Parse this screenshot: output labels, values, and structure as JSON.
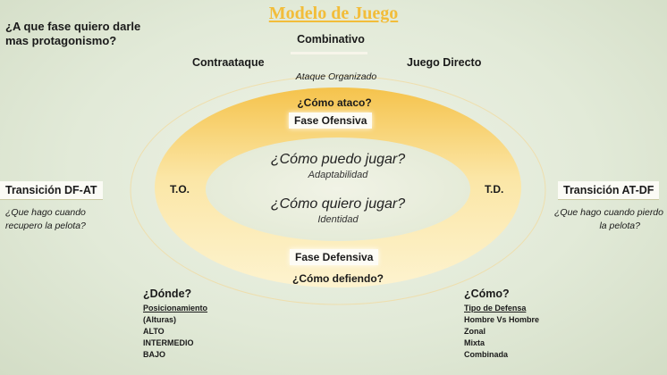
{
  "title": "Modelo de Juego",
  "top_question": "¿A que fase quiero darle mas protagonismo?",
  "styles": {
    "combinativo": "Combinativo",
    "contraataque": "Contraataque",
    "juego_directo": "Juego Directo",
    "ataque_organizado": "Ataque Organizado"
  },
  "offense": {
    "question": "¿Cómo ataco?",
    "phase": "Fase Ofensiva"
  },
  "defense": {
    "phase": "Fase Defensiva",
    "question": "¿Cómo defiendo?"
  },
  "inner": {
    "q1": "¿Cómo puedo jugar?",
    "s1": "Adaptabilidad",
    "q2": "¿Cómo quiero jugar?",
    "s2": "Identidad"
  },
  "side_labels": {
    "left": "T.O.",
    "right": "T.D."
  },
  "transition_left": {
    "label": "Transición DF-AT",
    "question_line1": "¿Que hago cuando",
    "question_line2": "recupero la pelota?"
  },
  "transition_right": {
    "label": "Transición AT-DF",
    "question_line1": "¿Que hago cuando pierdo",
    "question_line2": "la pelota?"
  },
  "donde": {
    "heading": "¿Dónde?",
    "items": [
      "Posicionamiento",
      "(Alturas)",
      "ALTO",
      "INTERMEDIO",
      "BAJO"
    ]
  },
  "como": {
    "heading": "¿Cómo?",
    "items": [
      "Tipo de Defensa",
      "Hombre Vs Hombre",
      "Zonal",
      "Mixta",
      "Combinada"
    ]
  },
  "colors": {
    "title": "#f2bd3a",
    "ring": "#f6c24a",
    "background": "#e2ead8"
  }
}
